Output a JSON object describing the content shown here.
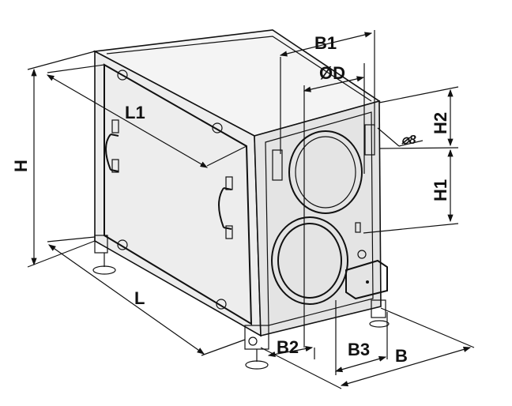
{
  "diagram": {
    "title": "Air handling unit dimensional drawing",
    "labels": {
      "B1": "B1",
      "D": "ØD",
      "H2": "H2",
      "hole": "⌀8",
      "H": "H",
      "L1": "L1",
      "H1": "H1",
      "L": "L",
      "B2": "B2",
      "B3": "B3",
      "B": "B"
    },
    "colors": {
      "line": "#111111",
      "face_light": "#f2f2f2",
      "face_mid": "#e0e0e0",
      "face_dark": "#cfcfcf"
    }
  }
}
